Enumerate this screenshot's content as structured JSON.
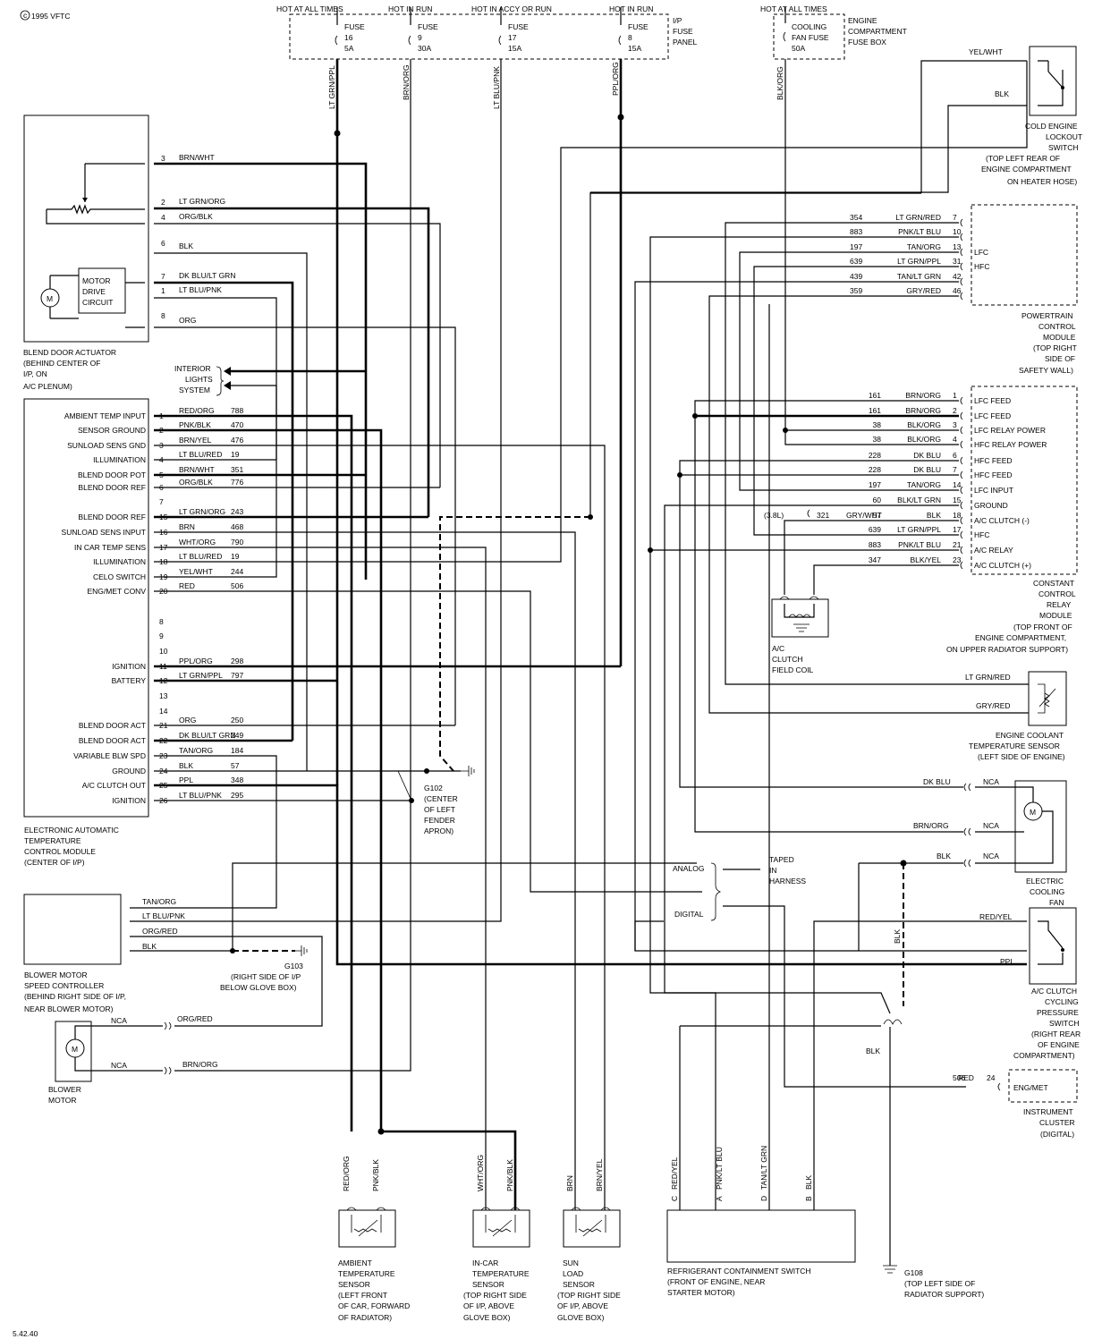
{
  "header": {
    "copyright": "1995 VFTC",
    "hot_at_all_times_1": "HOT AT ALL TIMES",
    "hot_in_run_1": "HOT IN RUN",
    "hot_in_accy": "HOT IN ACCY OR RUN",
    "hot_in_run_2": "HOT IN RUN",
    "hot_at_all_times_2": "HOT AT ALL TIMES",
    "ip_fuse_panel": [
      "I/P",
      "FUSE",
      "PANEL"
    ],
    "eng_fuse_box": [
      "ENGINE",
      "COMPARTMENT",
      "FUSE BOX"
    ],
    "figure_code": "5.42.40"
  },
  "fuses": [
    {
      "l1": "FUSE",
      "l2": "16",
      "l3": "5A"
    },
    {
      "l1": "FUSE",
      "l2": "9",
      "l3": "30A"
    },
    {
      "l1": "FUSE",
      "l2": "17",
      "l3": "15A"
    },
    {
      "l1": "FUSE",
      "l2": "8",
      "l3": "15A"
    },
    {
      "l1": "COOLING",
      "l2": "FAN FUSE",
      "l3": "50A"
    }
  ],
  "fuse_wires": [
    "LT GRN/PPL",
    "BRN/ORG",
    "LT BLU/PNK",
    "PPL/ORG",
    "BLK/ORG"
  ],
  "blend_actuator": {
    "motor_label": [
      "MOTOR",
      "DRIVE",
      "CIRCUIT"
    ],
    "motor_symbol": "M",
    "caption": [
      "BLEND DOOR ACTUATOR",
      "(BEHIND CENTER OF",
      "I/P, ON",
      "A/C PLENUM)"
    ],
    "pins": [
      {
        "pin": "3",
        "wire": "BRN/WHT"
      },
      {
        "pin": "2",
        "wire": "LT GRN/ORG"
      },
      {
        "pin": "4",
        "wire": "ORG/BLK"
      },
      {
        "pin": "6",
        "wire": "BLK"
      },
      {
        "pin": "7",
        "wire": "DK BLU/LT GRN"
      },
      {
        "pin": "1",
        "wire": "LT BLU/PNK"
      },
      {
        "pin": "8",
        "wire": "ORG"
      }
    ]
  },
  "interior_lights": [
    "INTERIOR",
    "LIGHTS",
    "SYSTEM"
  ],
  "eatc": {
    "caption": [
      "ELECTRONIC AUTOMATIC",
      "TEMPERATURE",
      "CONTROL MODULE",
      "(CENTER OF I/P)"
    ],
    "rows": [
      {
        "label": "AMBIENT TEMP INPUT",
        "pin": "1",
        "wire": "RED/ORG",
        "circuit": "788"
      },
      {
        "label": "SENSOR GROUND",
        "pin": "2",
        "wire": "PNK/BLK",
        "circuit": "470"
      },
      {
        "label": "SUNLOAD SENS GND",
        "pin": "3",
        "wire": "BRN/YEL",
        "circuit": "476"
      },
      {
        "label": "ILLUMINATION",
        "pin": "4",
        "wire": "LT BLU/RED",
        "circuit": "19"
      },
      {
        "label": "BLEND DOOR POT",
        "pin": "5",
        "wire": "BRN/WHT",
        "circuit": "351"
      },
      {
        "label": "BLEND DOOR REF",
        "pin": "6",
        "wire": "ORG/BLK",
        "circuit": "776"
      },
      {
        "label": "",
        "pin": "7",
        "wire": "",
        "circuit": ""
      },
      {
        "label": "BLEND DOOR REF",
        "pin": "15",
        "wire": "LT GRN/ORG",
        "circuit": "243"
      },
      {
        "label": "SUNLOAD SENS INPUT",
        "pin": "16",
        "wire": "BRN",
        "circuit": "468"
      },
      {
        "label": "IN CAR TEMP SENS",
        "pin": "17",
        "wire": "WHT/ORG",
        "circuit": "790"
      },
      {
        "label": "ILLUMINATION",
        "pin": "18",
        "wire": "LT BLU/RED",
        "circuit": "19"
      },
      {
        "label": "CELO SWITCH",
        "pin": "19",
        "wire": "YEL/WHT",
        "circuit": "244"
      },
      {
        "label": "ENG/MET CONV",
        "pin": "20",
        "wire": "RED",
        "circuit": "506"
      },
      {
        "label": "",
        "pin": "8",
        "wire": "",
        "circuit": ""
      },
      {
        "label": "",
        "pin": "9",
        "wire": "",
        "circuit": ""
      },
      {
        "label": "",
        "pin": "10",
        "wire": "",
        "circuit": ""
      },
      {
        "label": "IGNITION",
        "pin": "11",
        "wire": "PPL/ORG",
        "circuit": "298"
      },
      {
        "label": "BATTERY",
        "pin": "12",
        "wire": "LT GRN/PPL",
        "circuit": "797"
      },
      {
        "label": "",
        "pin": "13",
        "wire": "",
        "circuit": ""
      },
      {
        "label": "",
        "pin": "14",
        "wire": "",
        "circuit": ""
      },
      {
        "label": "BLEND DOOR ACT",
        "pin": "21",
        "wire": "ORG",
        "circuit": "250"
      },
      {
        "label": "BLEND DOOR ACT",
        "pin": "22",
        "wire": "DK BLU/LT GRN",
        "circuit": "249"
      },
      {
        "label": "VARIABLE BLW SPD",
        "pin": "23",
        "wire": "TAN/ORG",
        "circuit": "184"
      },
      {
        "label": "GROUND",
        "pin": "24",
        "wire": "BLK",
        "circuit": "57"
      },
      {
        "label": "A/C CLUTCH OUT",
        "pin": "25",
        "wire": "PPL",
        "circuit": "348"
      },
      {
        "label": "IGNITION",
        "pin": "26",
        "wire": "LT BLU/PNK",
        "circuit": "295"
      }
    ]
  },
  "blower_ctrl": {
    "wires": [
      "TAN/ORG",
      "LT BLU/PNK",
      "ORG/RED",
      "BLK"
    ],
    "caption": [
      "BLOWER MOTOR",
      "SPEED CONTROLLER",
      "(BEHIND RIGHT SIDE OF I/P,",
      "NEAR BLOWER MOTOR)"
    ]
  },
  "g103": [
    "G103",
    "(RIGHT SIDE OF I/P",
    "BELOW GLOVE BOX)"
  ],
  "g102": [
    "G102",
    "(CENTER",
    "OF LEFT",
    "FENDER",
    "APRON)"
  ],
  "blower_motor": {
    "symbol": "M",
    "nca1": "NCA",
    "wire1": "ORG/RED",
    "nca2": "NCA",
    "wire2": "BRN/ORG",
    "caption": [
      "BLOWER",
      "MOTOR"
    ]
  },
  "cold_lockout": {
    "wire1": "YEL/WHT",
    "wire2": "BLK",
    "caption": [
      "COLD ENGINE",
      "LOCKOUT",
      "SWITCH",
      "(TOP LEFT REAR OF",
      "ENGINE COMPARTMENT",
      "ON HEATER HOSE)"
    ]
  },
  "pcm": {
    "rows": [
      {
        "circuit": "354",
        "wire": "LT GRN/RED",
        "pin": "7",
        "label": ""
      },
      {
        "circuit": "883",
        "wire": "PNK/LT BLU",
        "pin": "10",
        "label": ""
      },
      {
        "circuit": "197",
        "wire": "TAN/ORG",
        "pin": "13",
        "label": "LFC"
      },
      {
        "circuit": "639",
        "wire": "LT GRN/PPL",
        "pin": "31",
        "label": "HFC"
      },
      {
        "circuit": "439",
        "wire": "TAN/LT GRN",
        "pin": "42",
        "label": ""
      },
      {
        "circuit": "359",
        "wire": "GRY/RED",
        "pin": "46",
        "label": ""
      }
    ],
    "caption": [
      "POWERTRAIN",
      "CONTROL",
      "MODULE",
      "(TOP RIGHT",
      "SIDE OF",
      "SAFETY WALL)"
    ]
  },
  "ccrm": {
    "rows": [
      {
        "circuit": "161",
        "wire": "BRN/ORG",
        "pin": "1",
        "label": "LFC FEED"
      },
      {
        "circuit": "161",
        "wire": "BRN/ORG",
        "pin": "2",
        "label": "LFC FEED"
      },
      {
        "circuit": "38",
        "wire": "BLK/ORG",
        "pin": "3",
        "label": "LFC RELAY POWER"
      },
      {
        "circuit": "38",
        "wire": "BLK/ORG",
        "pin": "4",
        "label": "HFC RELAY POWER"
      },
      {
        "circuit": "228",
        "wire": "DK BLU",
        "pin": "6",
        "label": "HFC FEED"
      },
      {
        "circuit": "228",
        "wire": "DK BLU",
        "pin": "7",
        "label": "HFC FEED"
      },
      {
        "circuit": "197",
        "wire": "TAN/ORG",
        "pin": "14",
        "label": "LFC INPUT"
      },
      {
        "circuit": "60",
        "wire": "BLK/LT GRN",
        "pin": "15",
        "label": "GROUND"
      },
      {
        "circuit": "57",
        "wire": "BLK",
        "pin": "18",
        "label": "A/C CLUTCH (-)"
      },
      {
        "circuit": "639",
        "wire": "LT GRN/PPL",
        "pin": "17",
        "label": "HFC"
      },
      {
        "circuit": "883",
        "wire": "PNK/LT BLU",
        "pin": "21",
        "label": "A/C RELAY"
      },
      {
        "circuit": "347",
        "wire": "BLK/YEL",
        "pin": "23",
        "label": "A/C CLUTCH (+)"
      }
    ],
    "alt_note": "(3.8L)",
    "alt_circuit": "321",
    "alt_wire": "GRY/WHT",
    "caption": [
      "CONSTANT",
      "CONTROL",
      "RELAY",
      "MODULE",
      "(TOP FRONT OF",
      "ENGINE COMPARTMENT,",
      "ON UPPER RADIATOR SUPPORT)"
    ]
  },
  "ac_clutch": [
    "A/C",
    "CLUTCH",
    "FIELD COIL"
  ],
  "ect": {
    "wire1": "LT GRN/RED",
    "wire2": "GRY/RED",
    "caption": [
      "ENGINE COOLANT",
      "TEMPERATURE SENSOR",
      "(LEFT SIDE OF ENGINE)"
    ]
  },
  "cooling_fan": {
    "symbol": "M",
    "wires": [
      {
        "wire": "DK BLU",
        "nca": "NCA"
      },
      {
        "wire": "BRN/ORG",
        "nca": "NCA"
      },
      {
        "wire": "BLK",
        "nca": "NCA"
      }
    ],
    "caption": [
      "ELECTRIC",
      "COOLING",
      "FAN"
    ]
  },
  "taped": {
    "analog": "ANALOG",
    "digital": "DIGITAL",
    "note": [
      "TAPED",
      "IN",
      "HARNESS"
    ]
  },
  "pressure_sw": {
    "wire1": "RED/YEL",
    "wire2": "PPL",
    "caption": [
      "A/C CLUTCH",
      "CYCLING",
      "PRESSURE",
      "SWITCH",
      "(RIGHT REAR",
      "OF ENGINE",
      "COMPARTMENT)"
    ]
  },
  "blk_vertical": "BLK",
  "blk_lower": "BLK",
  "cluster": {
    "circuit": "506",
    "wire": "RED",
    "pin": "24",
    "label": "ENG/MET",
    "caption": [
      "INSTRUMENT",
      "CLUSTER",
      "(DIGITAL)"
    ]
  },
  "sensors": [
    {
      "wires": [
        "RED/ORG",
        "PNK/BLK"
      ],
      "caption": [
        "AMBIENT",
        "TEMPERATURE",
        "SENSOR",
        "(LEFT FRONT",
        "OF CAR, FORWARD",
        "OF RADIATOR)"
      ]
    },
    {
      "wires": [
        "WHT/ORG",
        "PNK/BLK"
      ],
      "caption": [
        "IN-CAR",
        "TEMPERATURE",
        "SENSOR",
        "(TOP RIGHT SIDE",
        "OF I/P, ABOVE",
        "GLOVE BOX)"
      ]
    },
    {
      "wires": [
        "BRN",
        "BRN/YEL"
      ],
      "caption": [
        "SUN",
        "LOAD",
        "SENSOR",
        "(TOP RIGHT SIDE",
        "OF I/P, ABOVE",
        "GLOVE BOX)"
      ]
    }
  ],
  "refrig": {
    "pins": [
      {
        "pin": "C",
        "wire": "RED/YEL"
      },
      {
        "pin": "A",
        "wire": "PNK/LT BLU"
      },
      {
        "pin": "D",
        "wire": "TAN/LT GRN"
      },
      {
        "pin": "B",
        "wire": "BLK"
      }
    ],
    "caption": [
      "REFRIGERANT CONTAINMENT SWITCH",
      "(FRONT OF ENGINE, NEAR",
      "STARTER MOTOR)"
    ]
  },
  "g108": [
    "G108",
    "(TOP LEFT SIDE OF",
    "RADIATOR SUPPORT)"
  ]
}
